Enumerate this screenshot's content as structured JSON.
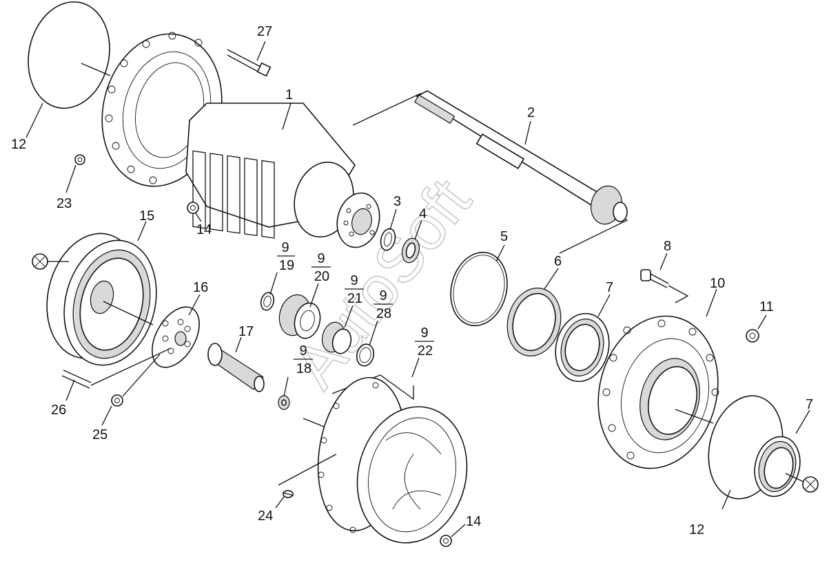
{
  "callouts": {
    "c1": "1",
    "c2": "2",
    "c3": "3",
    "c4": "4",
    "c5": "5",
    "c6": "6",
    "c7a": "7",
    "c7b": "7",
    "c8": "8",
    "c10": "10",
    "c11": "11",
    "c12a": "12",
    "c12b": "12",
    "c14a": "14",
    "c14b": "14",
    "c15": "15",
    "c16": "16",
    "c17": "17",
    "c23": "23",
    "c24": "24",
    "c25": "25",
    "c26": "26",
    "c27": "27"
  },
  "fractions": {
    "f18": {
      "num": "9",
      "den": "18"
    },
    "f19": {
      "num": "9",
      "den": "19"
    },
    "f20": {
      "num": "9",
      "den": "20"
    },
    "f21": {
      "num": "9",
      "den": "21"
    },
    "f22": {
      "num": "9",
      "den": "22"
    },
    "f28": {
      "num": "9",
      "den": "28"
    }
  },
  "watermark": "AutoSoft"
}
